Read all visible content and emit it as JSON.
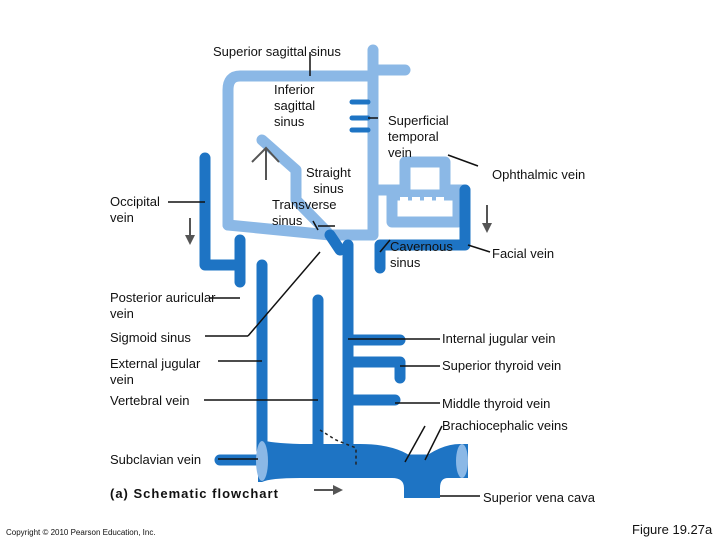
{
  "labels": {
    "superior_sagittal_sinus": "Superior sagittal sinus",
    "inferior_sagittal_sinus": "Inferior\nsagittal\nsinus",
    "superficial_temporal_vein": "Superficial\ntemporal\nvein",
    "straight_sinus": "Straight\nsinus",
    "transverse_sinus": "Transverse\nsinus",
    "ophthalmic_vein": "Ophthalmic vein",
    "occipital_vein": "Occipital\nvein",
    "cavernous_sinus": "Cavernous\nsinus",
    "facial_vein": "Facial vein",
    "posterior_auricular_vein": "Posterior auricular\nvein",
    "sigmoid_sinus": "Sigmoid sinus",
    "internal_jugular_vein": "Internal jugular vein",
    "external_jugular_vein": "External jugular\nvein",
    "superior_thyroid_vein": "Superior thyroid vein",
    "vertebral_vein": "Vertebral vein",
    "middle_thyroid_vein": "Middle thyroid vein",
    "brachiocephalic_veins": "Brachiocephalic veins",
    "subclavian_vein": "Subclavian vein",
    "superior_vena_cava": "Superior vena cava"
  },
  "caption": "(a) Schematic flowchart",
  "copyright": "Copyright © 2010 Pearson Education, Inc.",
  "figure_number": "Figure 19.27a",
  "colors": {
    "vein_dark": "#1e74c4",
    "vein_light": "#8bb8e6",
    "arrow": "#555555"
  }
}
